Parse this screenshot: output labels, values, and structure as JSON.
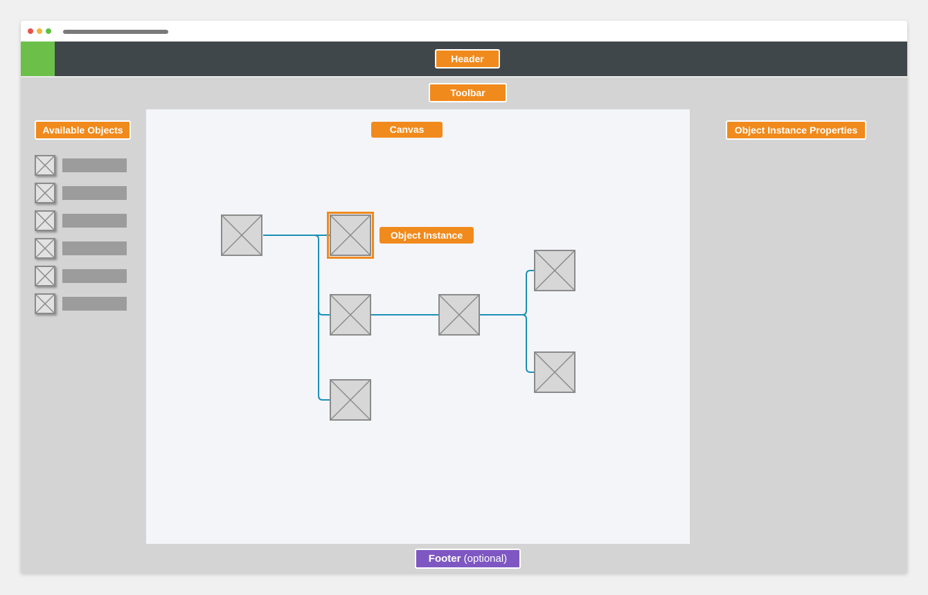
{
  "header": {
    "label": "Header"
  },
  "toolbar": {
    "label": "Toolbar"
  },
  "panels": {
    "available_objects": {
      "label": "Available Objects",
      "item_count": 6
    },
    "canvas": {
      "label": "Canvas",
      "callout": "Object Instance"
    },
    "properties": {
      "label": "Object Instance Properties"
    }
  },
  "footer": {
    "label": "Footer",
    "suffix": "(optional)"
  },
  "colors": {
    "accent": "#f08a1c",
    "header_bg": "#40474b",
    "brand_green": "#6cc04a",
    "footer_tag": "#7e57c2",
    "connector": "#1a8fb5"
  },
  "icons": {
    "placeholder": "image-placeholder-icon"
  }
}
